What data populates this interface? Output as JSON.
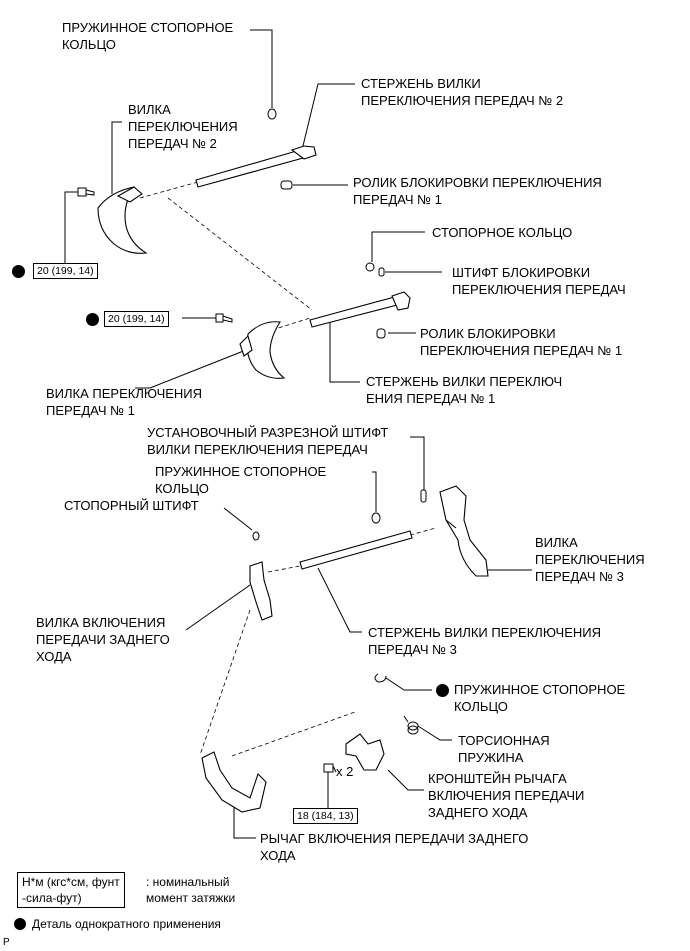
{
  "labels": {
    "spring_snap_ring_top": "ПРУЖИННОЕ СТОПОРНОЕ\nКОЛЬЦО",
    "shift_rod_2": "СТЕРЖЕНЬ ВИЛКИ\nПЕРЕКЛЮЧЕНИЯ ПЕРЕДАЧ № 2",
    "shift_fork_2": "ВИЛКА\nПЕРЕКЛЮЧЕНИЯ\nПЕРЕДАЧ № 2",
    "interlock_roller_1_top": "РОЛИК БЛОКИРОВКИ ПЕРЕКЛЮЧЕНИЯ\nПЕРЕДАЧ № 1",
    "snap_ring": "СТОПОРНОЕ КОЛЬЦО",
    "interlock_pin": "ШТИФТ БЛОКИРОВКИ\nПЕРЕКЛЮЧЕНИЯ ПЕРЕДАЧ",
    "interlock_roller_1_mid": "РОЛИК БЛОКИРОВКИ\nПЕРЕКЛЮЧЕНИЯ ПЕРЕДАЧ № 1",
    "shift_fork_1": "ВИЛКА ПЕРЕКЛЮЧЕНИЯ\nПЕРЕДАЧ № 1",
    "shift_rod_1": "СТЕРЖЕНЬ ВИЛКИ ПЕРЕКЛЮЧ\nЕНИЯ ПЕРЕДАЧ № 1",
    "slotted_pin": "УСТАНОВОЧНЫЙ РАЗРЕЗНОЙ ШТИФТ\nВИЛКИ ПЕРЕКЛЮЧЕНИЯ ПЕРЕДАЧ",
    "spring_snap_ring_mid": "ПРУЖИННОЕ СТОПОРНОЕ\nКОЛЬЦО",
    "lock_pin": "СТОПОРНЫЙ ШТИФТ",
    "shift_fork_3": "ВИЛКА\nПЕРЕКЛЮЧЕНИЯ\nПЕРЕДАЧ № 3",
    "reverse_fork": "ВИЛКА ВКЛЮЧЕНИЯ\nПЕРЕДАЧИ ЗАДНЕГО\nХОДА",
    "shift_rod_3": "СТЕРЖЕНЬ ВИЛКИ ПЕРЕКЛЮЧЕНИЯ\nПЕРЕДАЧ № 3",
    "spring_snap_ring_bottom": "ПРУЖИННОЕ СТОПОРНОЕ\nКОЛЬЦО",
    "torsion_spring": "ТОРСИОННАЯ\nПРУЖИНА",
    "reverse_lever_bracket": "КРОНШТЕЙН РЫЧАГА\nВКЛЮЧЕНИЯ ПЕРЕДАЧИ\nЗАДНЕГО ХОДА",
    "reverse_lever": "РЫЧАГ ВКЛЮЧЕНИЯ ПЕРЕДАЧИ ЗАДНЕГО\nХОДА",
    "bolt_qty": "x 2"
  },
  "torques": {
    "fork2_bolt": "20 (199, 14)",
    "fork1_bolt": "20 (199, 14)",
    "bracket_bolt": "18 (184, 13)"
  },
  "legend": {
    "unit_box": "Н*м (кгс*см, фунт\n-сила-фут)",
    "unit_desc": ": номинальный\nмомент затяжки",
    "non_reusable": "Деталь однократного применения"
  },
  "corner_mark": "P"
}
